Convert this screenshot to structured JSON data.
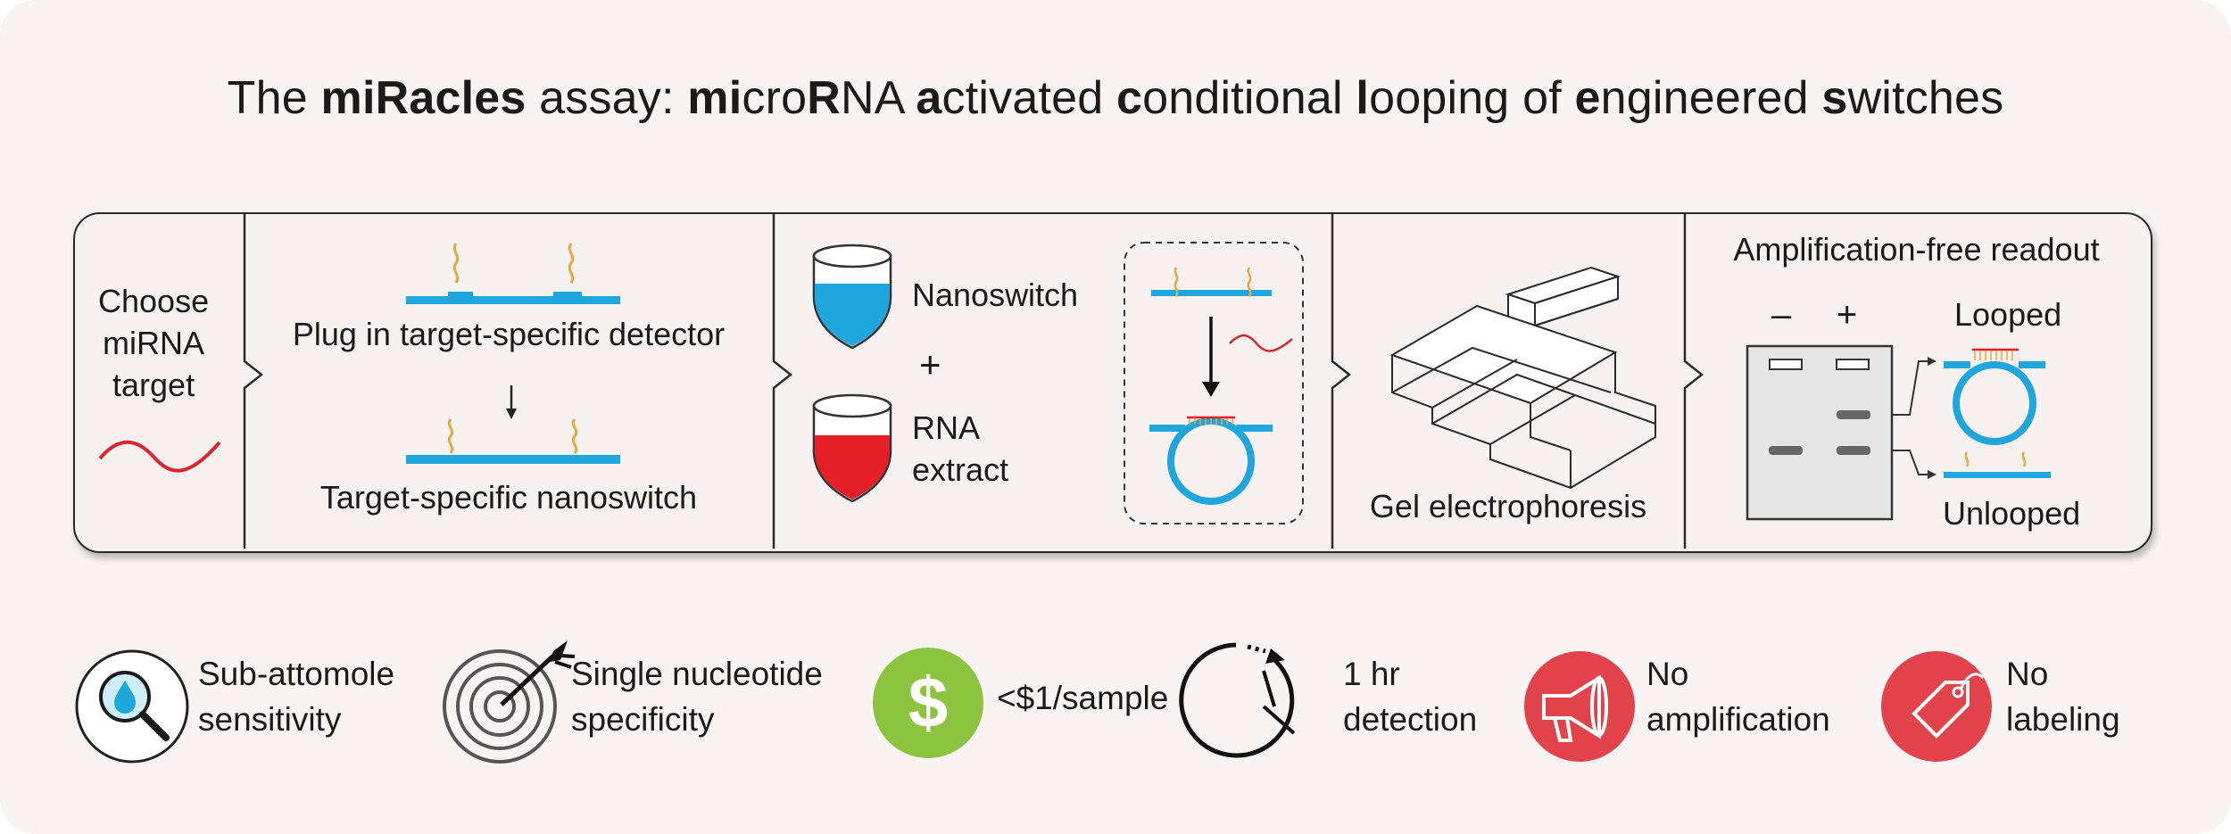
{
  "title": {
    "w1": "The ",
    "w2": "miRacles",
    "w3": " assay: ",
    "w4": "mi",
    "w5": "cro",
    "w6": "R",
    "w7": "NA ",
    "w8": "a",
    "w9": "ctivated ",
    "w10": "c",
    "w11": "onditional ",
    "w12": "l",
    "w13": "ooping of ",
    "w14": "e",
    "w15": "ngineered ",
    "w16": "s",
    "w17": "witches"
  },
  "step1": {
    "line1": "Choose",
    "line2": "miRNA",
    "line3": "target"
  },
  "step2": {
    "top_label": "Plug in target-specific detector",
    "bottom_label": "Target-specific nanoswitch"
  },
  "step3": {
    "nanoswitch": "Nanoswitch",
    "plus": "+",
    "rna1": "RNA",
    "rna2": "extract"
  },
  "step4": {
    "label": "Gel electrophoresis"
  },
  "step5": {
    "heading": "Amplification-free readout",
    "minus": "–",
    "plus": "+",
    "looped": "Looped",
    "unlooped": "Unlooped"
  },
  "features": [
    {
      "icon": "magnifier-drop-icon",
      "line1": "Sub-attomole",
      "line2": "sensitivity"
    },
    {
      "icon": "target-arrow-icon",
      "line1": "Single nucleotide",
      "line2": "specificity"
    },
    {
      "icon": "dollar-icon",
      "line1": "<$1/sample",
      "line2": ""
    },
    {
      "icon": "clock-icon",
      "line1": "1 hr",
      "line2": "detection"
    },
    {
      "icon": "megaphone-icon",
      "line1": "No",
      "line2": "amplification"
    },
    {
      "icon": "tag-icon",
      "line1": "No",
      "line2": "labeling"
    }
  ],
  "colors": {
    "nanoswitch_blue": "#1ea6dd",
    "target_red": "#d7262e",
    "dollar_green": "#8cc43f",
    "icon_red": "#e2434b",
    "strand_orange": "#e9a83a"
  }
}
